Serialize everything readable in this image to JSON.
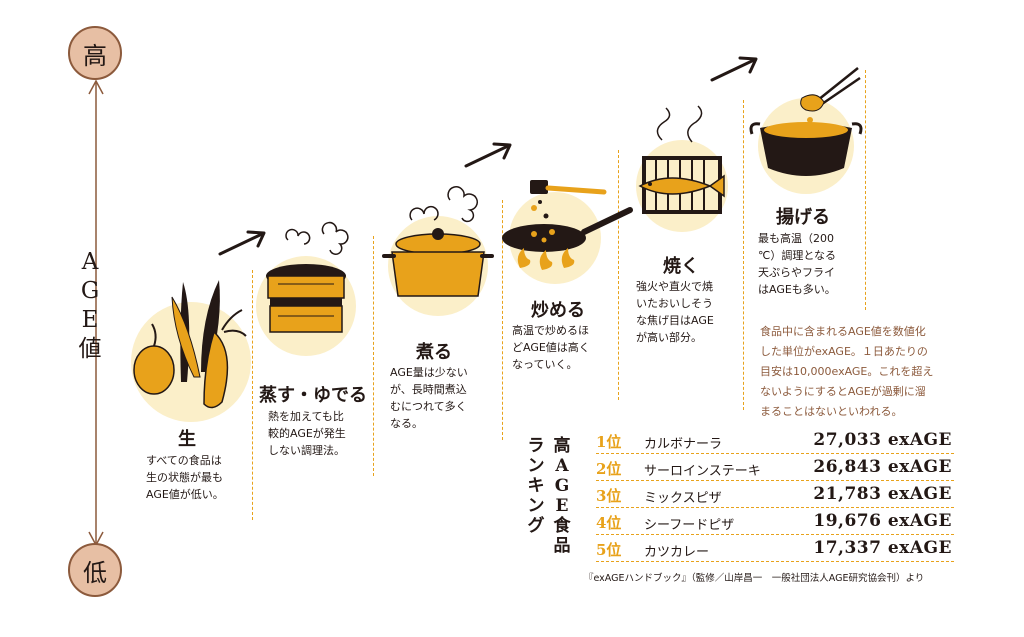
{
  "colors": {
    "accent_orange": "#e8a21b",
    "accent_brown": "#8c5a3c",
    "badge_bg": "#e7bfa4",
    "light_circle": "#fbefc9",
    "ink": "#231815"
  },
  "axis": {
    "high": "高",
    "low": "低",
    "title_chars": [
      "A",
      "G",
      "E",
      "値"
    ]
  },
  "steps": [
    {
      "title": "生",
      "desc": "すべての食品は\n生の状態が最も\nAGE値が低い。",
      "icon": "vegetables-icon"
    },
    {
      "title": "蒸す・ゆでる",
      "desc": "熱を加えても比\n較的AGEが発生\nしない調理法。",
      "icon": "steamer-icon"
    },
    {
      "title": "煮る",
      "desc": "AGE量は少ない\nが、長時間煮込\nむにつれて多く\nなる。",
      "icon": "pot-icon"
    },
    {
      "title": "炒める",
      "desc": "高温で炒めるほ\nどAGE値は高く\nなっていく。",
      "icon": "frying-pan-icon"
    },
    {
      "title": "焼く",
      "desc": "強火や直火で焼\nいたおいしそう\nな焦げ目はAGE\nが高い部分。",
      "icon": "grilled-fish-icon"
    },
    {
      "title": "揚げる",
      "desc": "最も高温（200\n℃）調理となる\n天ぷらやフライ\nはAGEも多い。",
      "icon": "deep-fryer-icon"
    }
  ],
  "note": "食品中に含まれるAGE値を数値化\nした単位がexAGE。１日あたりの\n目安は10,000exAGE。これを超え\nないようにするとAGEが過剰に溜\nまることはないといわれる。",
  "ranking": {
    "heading_col1": [
      "ラ",
      "ン",
      "キ",
      "ン",
      "グ"
    ],
    "heading_col2": [
      "高",
      "A",
      "G",
      "E",
      "食",
      "品"
    ],
    "rows": [
      {
        "rank": "1位",
        "food": "カルボナーラ",
        "value": "27,033 exAGE"
      },
      {
        "rank": "2位",
        "food": "サーロインステーキ",
        "value": "26,843 exAGE"
      },
      {
        "rank": "3位",
        "food": "ミックスピザ",
        "value": "21,783 exAGE"
      },
      {
        "rank": "4位",
        "food": "シーフードピザ",
        "value": "19,676 exAGE"
      },
      {
        "rank": "5位",
        "food": "カツカレー",
        "value": "17,337 exAGE"
      }
    ],
    "source": "『exAGEハンドブック』（監修／山岸昌一　一般社団法人AGE研究協会刊）より"
  }
}
